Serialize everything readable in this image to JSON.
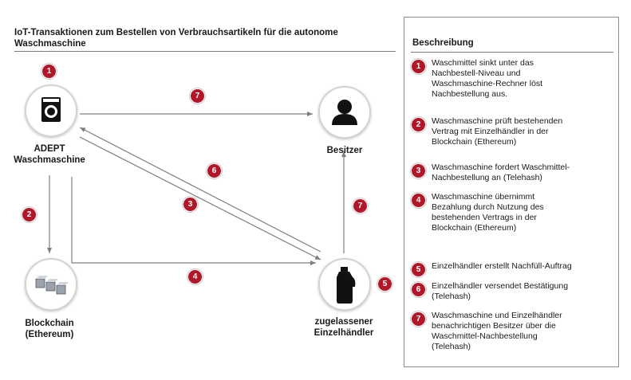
{
  "title": "IoT-Transaktionen zum Bestellen von Verbrauchsartikeln für die autonome Waschmaschine",
  "nodes": {
    "washer": {
      "label_line1": "ADEPT",
      "label_line2": "Waschmaschine",
      "icon": "washing-machine-icon"
    },
    "owner": {
      "label": "Besitzer",
      "icon": "person-icon"
    },
    "blockchain": {
      "label_line1": "Blockchain",
      "label_line2": "(Ethereum)",
      "icon": "blocks-icon"
    },
    "retailer": {
      "label_line1": "zugelassener",
      "label_line2": "Einzelhändler",
      "icon": "detergent-bottle-icon"
    }
  },
  "diagram_badges": {
    "b1": "1",
    "b2": "2",
    "b3": "3",
    "b4": "4",
    "b5": "5",
    "b6": "6",
    "b7a": "7",
    "b7b": "7"
  },
  "description": {
    "heading": "Beschreibung",
    "steps": [
      {
        "num": "1",
        "lines": [
          "Waschmittel sinkt unter das",
          "Nachbestell-Niveau und",
          "Waschmaschine-Rechner löst",
          "Nachbestellung aus."
        ]
      },
      {
        "num": "2",
        "lines": [
          "Waschmaschine prüft bestehenden",
          "Vertrag mit Einzelhändler in der",
          "Blockchain (Ethereum)"
        ]
      },
      {
        "num": "3",
        "lines": [
          "Waschmaschine fordert Waschmittel-",
          "Nachbestellung an (Telehash)"
        ]
      },
      {
        "num": "4",
        "lines": [
          "Waschmaschine übernimmt",
          "Bezahlung durch Nutzung des",
          "bestehenden Vertrags in der",
          "Blockchain (Ethereum)"
        ]
      },
      {
        "num": "5",
        "lines": [
          "Einzelhändler erstellt Nachfüll-Auftrag"
        ]
      },
      {
        "num": "6",
        "lines": [
          "Einzelhändler versendet Bestätigung",
          "(Telehash)"
        ]
      },
      {
        "num": "7",
        "lines": [
          "Waschmaschine und Einzelhändler",
          "benachrichtigen Besitzer über die",
          "Waschmittel-Nachbestellung",
          "(Telehash)"
        ]
      }
    ]
  },
  "colors": {
    "accent": "#b0182a",
    "arrow": "#7f7f7f"
  }
}
